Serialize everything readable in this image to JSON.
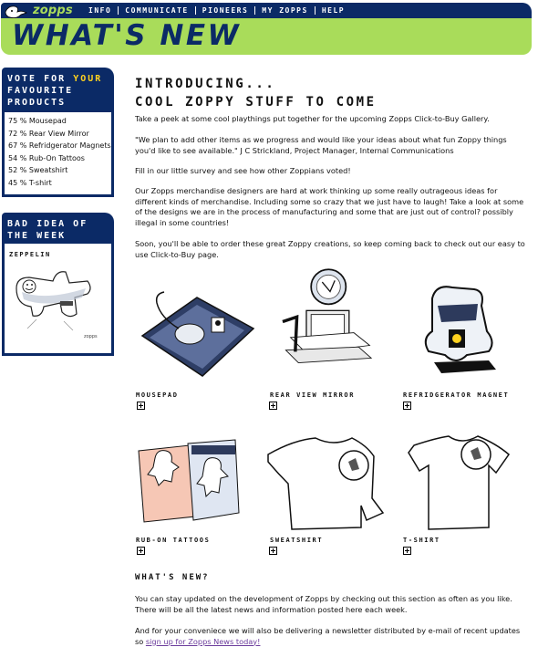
{
  "header": {
    "logo_text": "zopps",
    "nav": [
      "INFO",
      "COMMUNICATE",
      "PIONEERS",
      "MY ZOPPS",
      "HELP"
    ],
    "banner_title": "WHAT'S NEW"
  },
  "sidebar": {
    "vote": {
      "heading_line1": "VOTE FOR ",
      "heading_highlight": "YOUR",
      "heading_line2": "FAVOURITE",
      "heading_line3": "PRODUCTS",
      "items": [
        "75 % Mousepad",
        "72 % Rear View Mirror",
        "67 % Refridgerator Magnets",
        "54 % Rub-On Tattoos",
        "52 % Sweatshirt",
        "45 % T-shirt"
      ]
    },
    "bad_idea": {
      "heading_line1": "BAD IDEA OF",
      "heading_line2": "THE WEEK",
      "name": "ZEPPELIN"
    }
  },
  "main": {
    "title_line1": "INTRODUCING...",
    "title_line2": "COOL ZOPPY STUFF TO COME",
    "p1": "Take a peek at some cool playthings put together for the upcoming Zopps Click-to-Buy Gallery.",
    "p2": "\"We plan to add other items as we progress and would like your ideas about what fun Zoppy things you'd like to see available.\"  J C Strickland, Project Manager, Internal Communications",
    "p3": "Fill in our little survey and see how other Zoppians voted!",
    "p4": "Our Zopps merchandise designers are hard at work thinking up some really outrageous ideas for different kinds of merchandise. Including some so crazy that we just have to laugh! Take a look at some of the designs we are in the process of manufacturing and some that are just out of control? possibly illegal in some countries!",
    "p5": "Soon, you'll be able to order these great Zoppy creations, so keep coming back to check out our easy to use Click-to-Buy page.",
    "products": [
      {
        "label": "MOUSEPAD",
        "icon": "mousepad-icon"
      },
      {
        "label": "REAR VIEW MIRROR",
        "icon": "computer-mirror-icon"
      },
      {
        "label": "REFRIDGERATOR MAGNET",
        "icon": "magnet-icon"
      },
      {
        "label": "RUB-ON TATTOOS",
        "icon": "tattoo-icon"
      },
      {
        "label": "SWEATSHIRT",
        "icon": "sweatshirt-icon"
      },
      {
        "label": "T-SHIRT",
        "icon": "tshirt-icon"
      }
    ],
    "whats_new_heading": "WHAT'S NEW?",
    "wn_p1": "You can stay updated on the development of Zopps by checking out this section as often as you like. There will be all the latest news and information posted here each week.",
    "wn_p2_text": "And for your conveniece we will also be delivering a newsletter distributed by e-mail of recent updates so ",
    "wn_p2_link": "sign up for Zopps News today!"
  },
  "colors": {
    "navy": "#0b2a66",
    "lime": "#a9dc5a",
    "highlight": "#ffd21f",
    "link": "#6b3c9c"
  }
}
